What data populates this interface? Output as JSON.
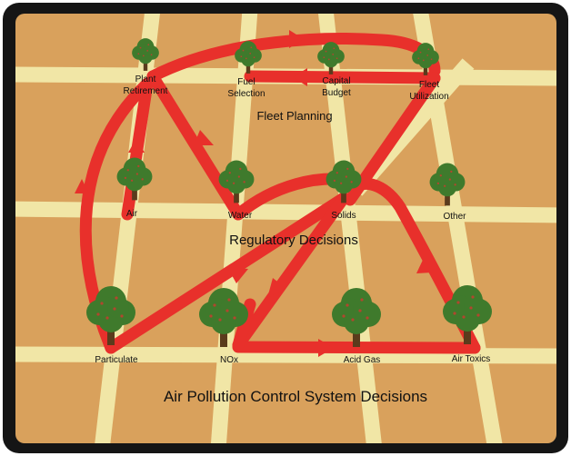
{
  "colors": {
    "frame": "#151515",
    "ground": "#d9a15c",
    "road": "#f1e6a6",
    "flow": "#e8302b",
    "canopy": "#3f7a2c",
    "trunk": "#5b3b1c"
  },
  "sections": {
    "fleet_planning": "Fleet Planning",
    "regulatory_decisions": "Regulatory Decisions",
    "air_pollution_control": "Air Pollution Control System Decisions"
  },
  "nodes": {
    "plant_retirement": {
      "line1": "Plant",
      "line2": "Retirement"
    },
    "fuel_selection": {
      "line1": "Fuel",
      "line2": "Selection"
    },
    "capital_budget": {
      "line1": "Capital",
      "line2": "Budget"
    },
    "fleet_utilization": {
      "line1": "Fleet",
      "line2": "Utilization"
    },
    "air": {
      "label": "Air"
    },
    "water": {
      "label": "Water"
    },
    "solids": {
      "label": "Solids"
    },
    "other": {
      "label": "Other"
    },
    "particulate": {
      "label": "Particulate"
    },
    "nox": {
      "label": "NOx"
    },
    "acid_gas": {
      "label": "Acid Gas"
    },
    "air_toxics": {
      "label": "Air Toxics"
    }
  },
  "trees": [
    {
      "name": "tree-plant-retirement-icon",
      "size": "small"
    },
    {
      "name": "tree-fuel-selection-icon",
      "size": "small"
    },
    {
      "name": "tree-capital-budget-icon",
      "size": "small"
    },
    {
      "name": "tree-fleet-utilization-icon",
      "size": "small"
    },
    {
      "name": "tree-air-icon",
      "size": "medium"
    },
    {
      "name": "tree-water-icon",
      "size": "medium"
    },
    {
      "name": "tree-solids-icon",
      "size": "medium"
    },
    {
      "name": "tree-other-icon",
      "size": "medium"
    },
    {
      "name": "tree-particulate-icon",
      "size": "large"
    },
    {
      "name": "tree-nox-icon",
      "size": "large"
    },
    {
      "name": "tree-acid-gas-icon",
      "size": "large"
    },
    {
      "name": "tree-air-toxics-icon",
      "size": "large"
    }
  ]
}
